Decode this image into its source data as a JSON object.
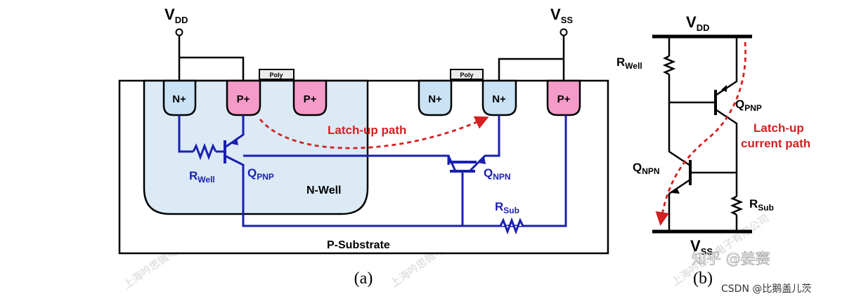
{
  "figure_a": {
    "vdd": {
      "main": "V",
      "sub": "DD"
    },
    "vss": {
      "main": "V",
      "sub": "SS"
    },
    "gate_label": "Poly",
    "diffusions": [
      "N+",
      "P+",
      "P+",
      "N+",
      "N+",
      "P+"
    ],
    "nwell_label": "N-Well",
    "substrate_label": "P-Substrate",
    "latchup_label": "Latch-up path",
    "rwell": {
      "main": "R",
      "sub": "Well"
    },
    "qpnp": {
      "main": "Q",
      "sub": "PNP"
    },
    "qnpn": {
      "main": "Q",
      "sub": "NPN"
    },
    "rsub": {
      "main": "R",
      "sub": "Sub"
    },
    "caption": "(a)"
  },
  "figure_b": {
    "vdd": {
      "main": "V",
      "sub": "DD"
    },
    "vss": {
      "main": "V",
      "sub": "SS"
    },
    "rwell": {
      "main": "R",
      "sub": "Well"
    },
    "qpnp": {
      "main": "Q",
      "sub": "PNP"
    },
    "qnpn": {
      "main": "Q",
      "sub": "NPN"
    },
    "rsub": {
      "main": "R",
      "sub": "Sub"
    },
    "latchup_line1": "Latch-up",
    "latchup_line2": "current path",
    "caption": "(b)"
  },
  "watermarks": [
    "知乎 @姜赛",
    "CSDN @比鹅盖儿茨"
  ],
  "colors": {
    "circuit_blue": "#1a1fb0",
    "latchup_red": "#d42020",
    "nwell_fill": "#dbeaf5",
    "n_plus_fill": "#c9e2f4",
    "p_plus_fill": "#f59bc8"
  }
}
